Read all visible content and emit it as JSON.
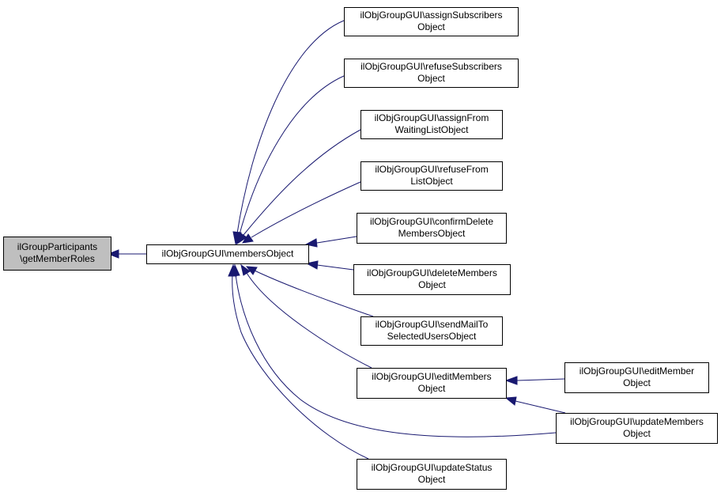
{
  "diagram": {
    "nodes": [
      {
        "id": "getMemberRoles",
        "lines": [
          "ilGroupParticipants",
          "\\getMemberRoles"
        ],
        "focus": true
      },
      {
        "id": "membersObject",
        "lines": [
          "ilObjGroupGUI\\membersObject"
        ]
      },
      {
        "id": "assignSubscribersObject",
        "lines": [
          "ilObjGroupGUI\\assignSubscribers",
          "Object"
        ]
      },
      {
        "id": "refuseSubscribersObject",
        "lines": [
          "ilObjGroupGUI\\refuseSubscribers",
          "Object"
        ]
      },
      {
        "id": "assignFromWaitingListObject",
        "lines": [
          "ilObjGroupGUI\\assignFrom",
          "WaitingListObject"
        ]
      },
      {
        "id": "refuseFromListObject",
        "lines": [
          "ilObjGroupGUI\\refuseFrom",
          "ListObject"
        ]
      },
      {
        "id": "confirmDeleteMembersObject",
        "lines": [
          "ilObjGroupGUI\\confirmDelete",
          "MembersObject"
        ]
      },
      {
        "id": "deleteMembersObject",
        "lines": [
          "ilObjGroupGUI\\deleteMembers",
          "Object"
        ]
      },
      {
        "id": "sendMailToSelectedUsersObject",
        "lines": [
          "ilObjGroupGUI\\sendMailTo",
          "SelectedUsersObject"
        ]
      },
      {
        "id": "editMembersObject",
        "lines": [
          "ilObjGroupGUI\\editMembers",
          "Object"
        ]
      },
      {
        "id": "updateStatusObject",
        "lines": [
          "ilObjGroupGUI\\updateStatus",
          "Object"
        ]
      },
      {
        "id": "editMemberObject",
        "lines": [
          "ilObjGroupGUI\\editMember",
          "Object"
        ]
      },
      {
        "id": "updateMembersObject",
        "lines": [
          "ilObjGroupGUI\\updateMembers",
          "Object"
        ]
      }
    ],
    "edges": [
      {
        "from": "membersObject",
        "to": "getMemberRoles"
      },
      {
        "from": "assignSubscribersObject",
        "to": "membersObject"
      },
      {
        "from": "refuseSubscribersObject",
        "to": "membersObject"
      },
      {
        "from": "assignFromWaitingListObject",
        "to": "membersObject"
      },
      {
        "from": "refuseFromListObject",
        "to": "membersObject"
      },
      {
        "from": "confirmDeleteMembersObject",
        "to": "membersObject"
      },
      {
        "from": "deleteMembersObject",
        "to": "membersObject"
      },
      {
        "from": "sendMailToSelectedUsersObject",
        "to": "membersObject"
      },
      {
        "from": "editMembersObject",
        "to": "membersObject"
      },
      {
        "from": "updateMembersObject",
        "to": "membersObject"
      },
      {
        "from": "updateStatusObject",
        "to": "membersObject"
      },
      {
        "from": "editMemberObject",
        "to": "editMembersObject"
      },
      {
        "from": "updateMembersObject",
        "to": "editMembersObject"
      }
    ]
  }
}
